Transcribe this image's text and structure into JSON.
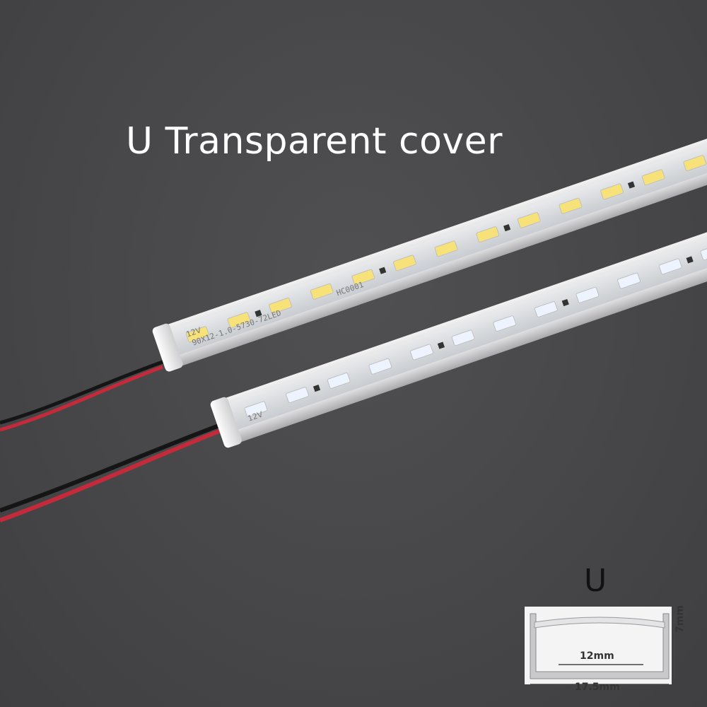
{
  "title": "U Transparent cover",
  "profile": {
    "letter": "U",
    "inner_width": "12mm",
    "outer_width": "17.5mm",
    "height": "7mm"
  },
  "bar_labels": {
    "voltage": "12V",
    "model_print": "90X12-1.0-5730-72LED",
    "pcb_code": "HC0001"
  },
  "colors": {
    "background": "#48484a",
    "title": "#ffffff",
    "wire_red": "#c42a3a",
    "wire_black": "#151515",
    "led_warm": "#f7e27a",
    "led_cool": "#eef4ff"
  }
}
